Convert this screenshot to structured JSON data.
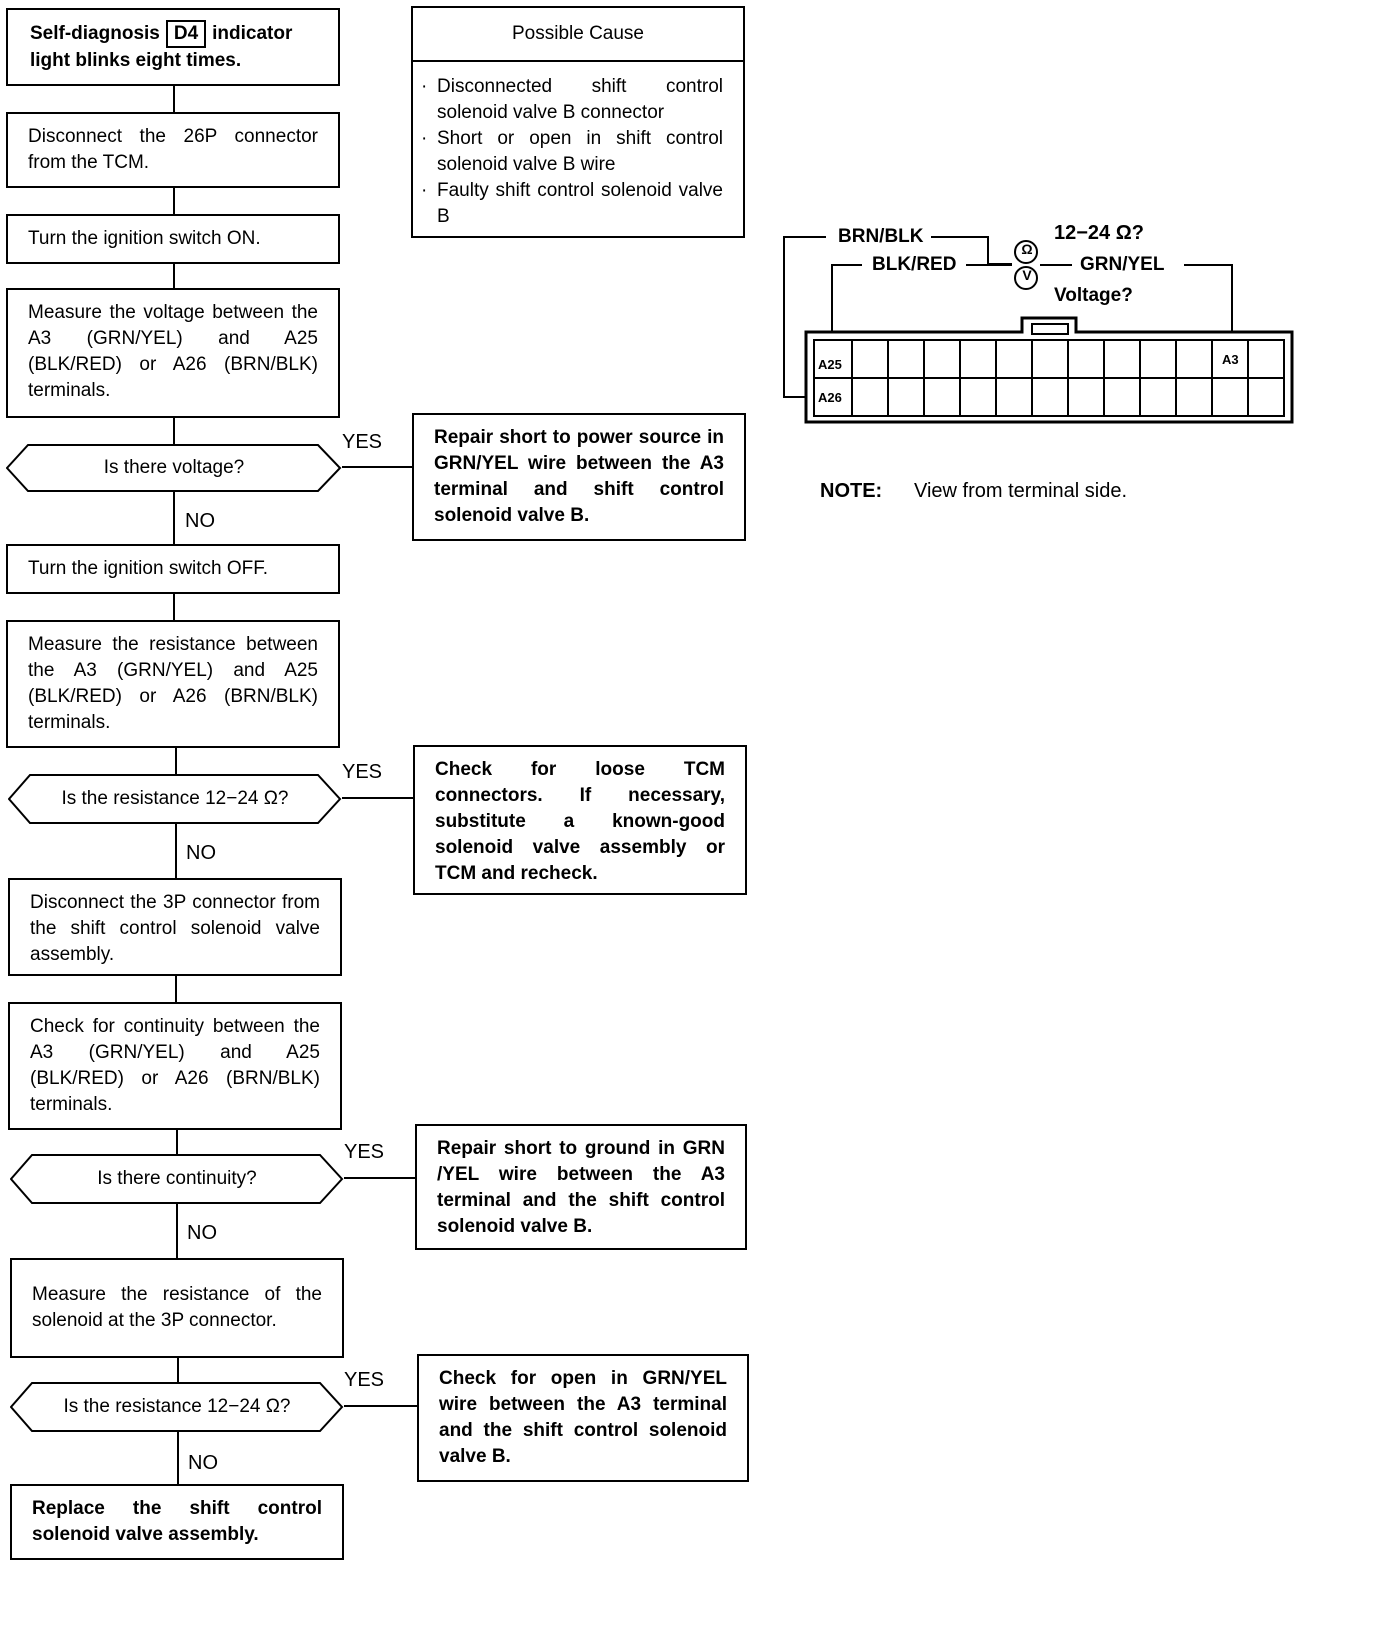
{
  "flowchart": {
    "start": {
      "part1": "Self-diagnosis",
      "badge": "D4",
      "part2": "indicator",
      "line2": "light blinks eight times."
    },
    "steps": [
      "Disconnect the 26P connector from the TCM.",
      "Turn the ignition switch ON.",
      "Measure the voltage between the A3 (GRN/YEL) and A25 (BLK/RED) or A26 (BRN/BLK) terminals.",
      "Turn the ignition switch OFF.",
      "Measure the resistance between the A3 (GRN/YEL) and A25 (BLK/RED) or A26 (BRN/BLK) terminals.",
      "Disconnect the 3P connector from the shift control solenoid valve assembly.",
      "Check for continuity between the A3 (GRN/YEL) and A25 (BLK/RED) or A26 (BRN/BLK) terminals.",
      "Measure the resistance of the solenoid at the 3P connector.",
      "Replace the shift control solenoid valve assembly."
    ],
    "decisions": [
      "Is there voltage?",
      "Is the resistance 12−24 Ω?",
      "Is there continuity?",
      "Is the resistance 12−24 Ω?"
    ],
    "yes_label": "YES",
    "no_label": "NO",
    "outcomes": [
      "Repair short to power source in GRN/YEL wire between the A3 terminal and shift control solenoid valve B.",
      "Check for loose TCM connectors. If necessary, substitute a known-good solenoid valve assembly or TCM and recheck.",
      "Repair short to ground in GRN /YEL wire between the A3 terminal and the shift control solenoid valve B.",
      "Check for open in GRN/YEL wire between the A3 terminal and the shift control solenoid valve B."
    ]
  },
  "possible_cause": {
    "title": "Possible Cause",
    "items": [
      "Disconnected shift control solenoid valve B connector",
      "Short or open in shift control solenoid valve B wire",
      "Faulty shift control solenoid valve B"
    ]
  },
  "connector": {
    "wire_brn_blk": "BRN/BLK",
    "wire_blk_red": "BLK/RED",
    "wire_grn_yel": "GRN/YEL",
    "meter_ohm": "Ω",
    "meter_volt": "V",
    "resistance_spec": "12−24 Ω?",
    "voltage_q": "Voltage?",
    "term_a25": "A25",
    "term_a26": "A26",
    "term_a3": "A3",
    "note_label": "NOTE:",
    "note_text": "View from terminal side."
  }
}
